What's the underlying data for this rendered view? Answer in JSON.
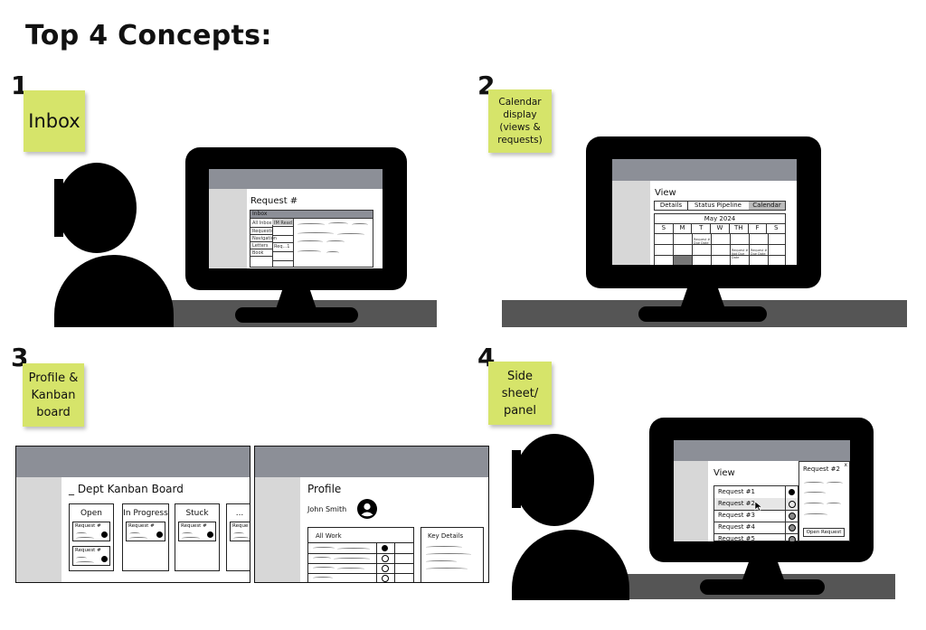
{
  "heading": "Top 4 Concepts:",
  "concepts": [
    {
      "number": "1",
      "sticky": "Inbox",
      "screen": {
        "title": "Request #",
        "inbox_label": "Inbox",
        "list_items": [
          "All Inbox",
          "Requests",
          "Navigation",
          "Letters",
          "Book"
        ],
        "mid_items": [
          "IM Read",
          "",
          "",
          "Req...1",
          ""
        ]
      }
    },
    {
      "number": "2",
      "sticky_lines": [
        "Calendar",
        "display",
        "(views &",
        "requests)"
      ],
      "screen": {
        "title": "View",
        "tabs": [
          "Details",
          "Status Pipeline",
          "Calendar"
        ],
        "month": "May 2024",
        "days": [
          "S",
          "M",
          "T",
          "W",
          "TH",
          "F",
          "S"
        ],
        "cell_notes": [
          "Request # Due Date",
          "Request # Not Due Date",
          "Request # Due Date"
        ]
      }
    },
    {
      "number": "3",
      "sticky_lines": [
        "Profile &",
        "Kanban",
        "board"
      ],
      "kanban": {
        "title": "_ Dept Kanban Board",
        "columns": [
          "Open",
          "In Progress",
          "Stuck",
          "..."
        ],
        "card_label": "Request #",
        "card_label_short": "Reque"
      },
      "profile": {
        "title": "Profile",
        "name": "John Smith",
        "all_work": "All Work",
        "key_details": "Key Details"
      }
    },
    {
      "number": "4",
      "sticky_lines": [
        "Side",
        "sheet/",
        "panel"
      ],
      "screen": {
        "title": "View",
        "requests": [
          "Request #1",
          "Request #2",
          "Request #3",
          "Request #4",
          "Request #5"
        ],
        "panel_title": "Request #2",
        "panel_button": "Open Request",
        "close": "x"
      }
    }
  ],
  "colors": {
    "sticky": "#d6e46a",
    "header_gray": "#8c8f97",
    "sidebar_gray": "#d7d7d7",
    "desk": "#555555"
  }
}
